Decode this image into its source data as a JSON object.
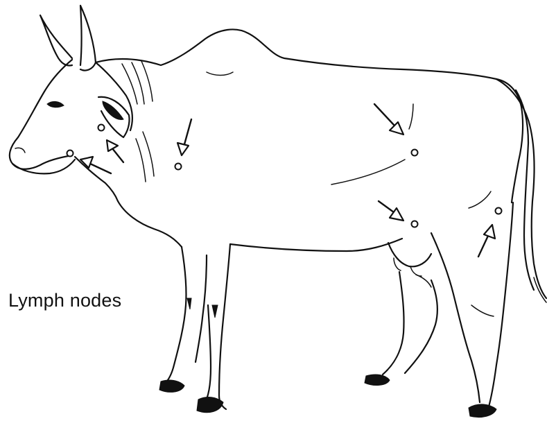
{
  "diagram": {
    "caption": "Lymph nodes",
    "colors": {
      "ink": "#111111",
      "background": "#ffffff"
    },
    "lymph_nodes": [
      {
        "id": "submandibular"
      },
      {
        "id": "parotid"
      },
      {
        "id": "prescapular"
      },
      {
        "id": "prefemoral"
      },
      {
        "id": "supramammary"
      },
      {
        "id": "popliteal"
      }
    ]
  }
}
